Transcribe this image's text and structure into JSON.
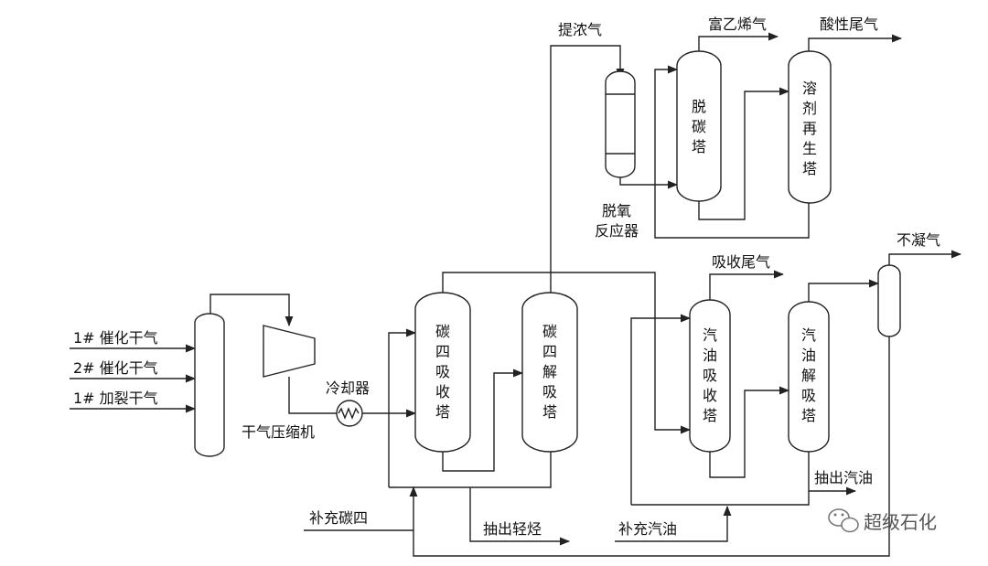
{
  "feeds": [
    "1# 催化干气",
    "2# 催化干气",
    "1# 加裂干气"
  ],
  "labels": {
    "compressor": "干气压缩机",
    "cooler": "冷却器",
    "concentrated_gas": "提浓气",
    "ethylene_rich_gas": "富乙烯气",
    "acid_tail_gas": "酸性尾气",
    "deoxy_reactor_line1": "脱氧",
    "deoxy_reactor_line2": "反应器",
    "non_condensable_gas": "不凝气",
    "absorption_tail_gas": "吸收尾气",
    "makeup_ccl4": "补充碳四",
    "light_hc_out": "抽出轻烃",
    "makeup_gasoline": "补充汽油",
    "gasoline_out": "抽出汽油"
  },
  "towers": {
    "c4_absorber": [
      "碳",
      "四",
      "吸",
      "收",
      "塔"
    ],
    "c4_desorber": [
      "碳",
      "四",
      "解",
      "吸",
      "塔"
    ],
    "gas_absorber": [
      "汽",
      "油",
      "吸",
      "收",
      "塔"
    ],
    "gas_desorber": [
      "汽",
      "油",
      "解",
      "吸",
      "塔"
    ],
    "decarbonizer": [
      "脱",
      "碳",
      "塔"
    ],
    "solvent_regen": [
      "溶",
      "剂",
      "再",
      "生",
      "塔"
    ]
  },
  "watermark": "超级石化"
}
